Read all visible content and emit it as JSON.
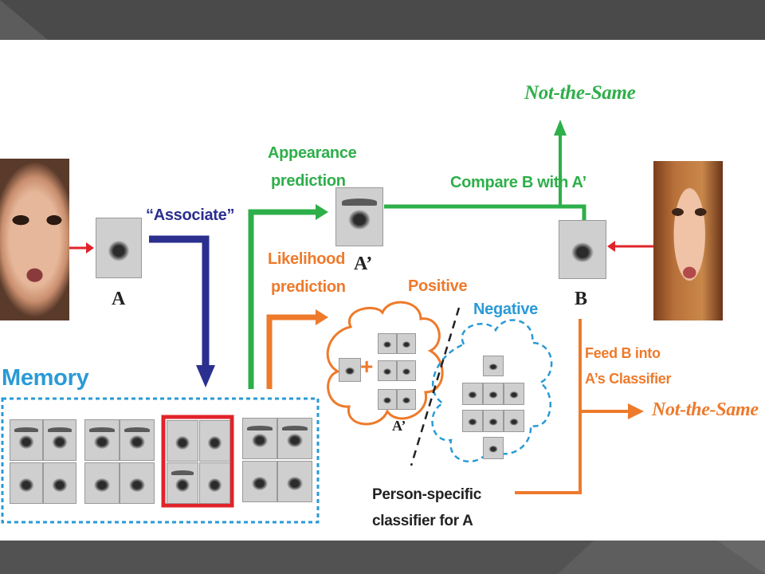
{
  "colors": {
    "green": "#2eaf4a",
    "orange": "#ee7a2b",
    "blue": "#2a9ad6",
    "navy": "#2b2f8f",
    "red": "#e0242a"
  },
  "labels": {
    "not_same_top": "Not-the-Same",
    "appearance_1": "Appearance",
    "appearance_2": "prediction",
    "compare": "Compare B with A’",
    "associate": "“Associate”",
    "likelihood_1": "Likelihood",
    "likelihood_2": "prediction",
    "positive": "Positive",
    "negative": "Negative",
    "a_label": "A",
    "a_prime": "A’",
    "a_prime_small": "A’",
    "b_label": "B",
    "memory": "Memory",
    "feed_1": "Feed B into",
    "feed_2": "A’s Classifier",
    "not_same_right": "Not-the-Same",
    "person_1": "Person-specific",
    "person_2": "classifier for A"
  }
}
